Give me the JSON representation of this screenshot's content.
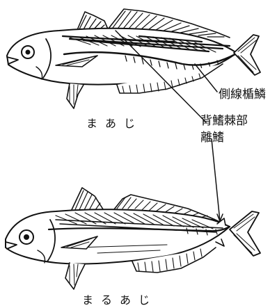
{
  "figure": {
    "labels": {
      "lateral_line_scutes": "側線楯鱗",
      "dorsal_fin_spine": "背鰭棘部",
      "finlet": "離鰭"
    },
    "captions": {
      "upper_fish": "まあじ",
      "lower_fish": "まるあじ"
    },
    "colors": {
      "ink": "#111111",
      "paper": "#ffffff"
    }
  }
}
